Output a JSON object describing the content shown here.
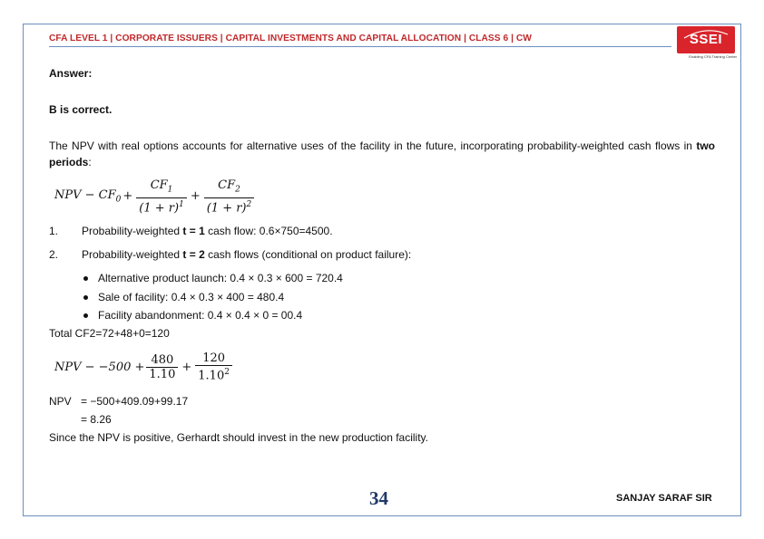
{
  "header": {
    "title": "CFA LEVEL 1 | CORPORATE ISSUERS | CAPITAL INVESTMENTS AND CAPITAL ALLOCATION | CLASS 6 | CW",
    "logo_text": "SSEI",
    "logo_tagline": "Enabling CFA Training Center",
    "brand_color": "#d9242b",
    "title_color": "#c0292b"
  },
  "content": {
    "answer_label": "Answer:",
    "correct_label": "B is correct.",
    "paragraph_start": "The NPV with real options accounts for alternative uses of the facility in the future, incorporating probability-weighted cash flows in ",
    "paragraph_bold": "two periods",
    "paragraph_end": ":",
    "formula1": {
      "lhs": "NPV − CF",
      "lhs_sub": "0",
      "plus": "+",
      "frac1_num": "CF",
      "frac1_num_sub": "1",
      "frac1_den": "(1 + r)",
      "frac1_den_sup": "1",
      "frac2_num": "CF",
      "frac2_num_sub": "2",
      "frac2_den": "(1 + r)",
      "frac2_den_sup": "2"
    },
    "items": [
      {
        "number": "1.",
        "text_before": "Probability-weighted ",
        "text_bold": "t = 1",
        "text_after": " cash flow: 0.6×750=4500."
      },
      {
        "number": "2.",
        "text_before": "Probability-weighted ",
        "text_bold": "t = 2",
        "text_after": " cash flows (conditional on product failure):"
      }
    ],
    "bullets": [
      "Alternative product launch: 0.4 × 0.3 × 600 = 720.4",
      "Sale of facility: 0.4 × 0.3 × 400 = 480.4",
      "Facility abandonment: 0.4 × 0.4 × 0 = 00.4"
    ],
    "total_cf2": "Total CF2=72+48+0=120",
    "formula2": {
      "lhs": "NPV − −500 +",
      "frac1_num": "480",
      "frac1_den": "1.10",
      "plus": "+",
      "frac2_num": "120",
      "frac2_den": "1.10",
      "frac2_den_sup": "2"
    },
    "npv_label": "NPV",
    "npv_line1": "= −500+409.09+99.17",
    "npv_line2": "= 8.26",
    "conclusion": "Since the NPV is positive, Gerhardt should invest in the new production facility."
  },
  "footer": {
    "page_number": "34",
    "author": "SANJAY SARAF SIR"
  }
}
